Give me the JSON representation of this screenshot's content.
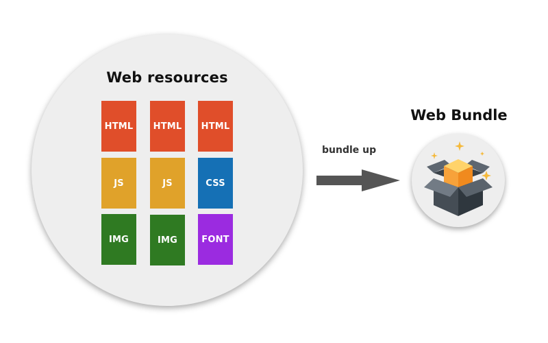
{
  "resources": {
    "title": "Web resources",
    "tiles": [
      {
        "label": "HTML",
        "color": "#e04e2a"
      },
      {
        "label": "HTML",
        "color": "#e04e2a"
      },
      {
        "label": "HTML",
        "color": "#e04e2a"
      },
      {
        "label": "JS",
        "color": "#e0a22a"
      },
      {
        "label": "JS",
        "color": "#e0a22a"
      },
      {
        "label": "CSS",
        "color": "#1570b5"
      },
      {
        "label": "IMG",
        "color": "#2f7a22"
      },
      {
        "label": "IMG",
        "color": "#2f7a22"
      },
      {
        "label": "FONT",
        "color": "#9b2be0"
      }
    ]
  },
  "arrow": {
    "label": "bundle up",
    "color": "#555555"
  },
  "bundle": {
    "title": "Web Bundle",
    "icon": "open-box-icon"
  }
}
